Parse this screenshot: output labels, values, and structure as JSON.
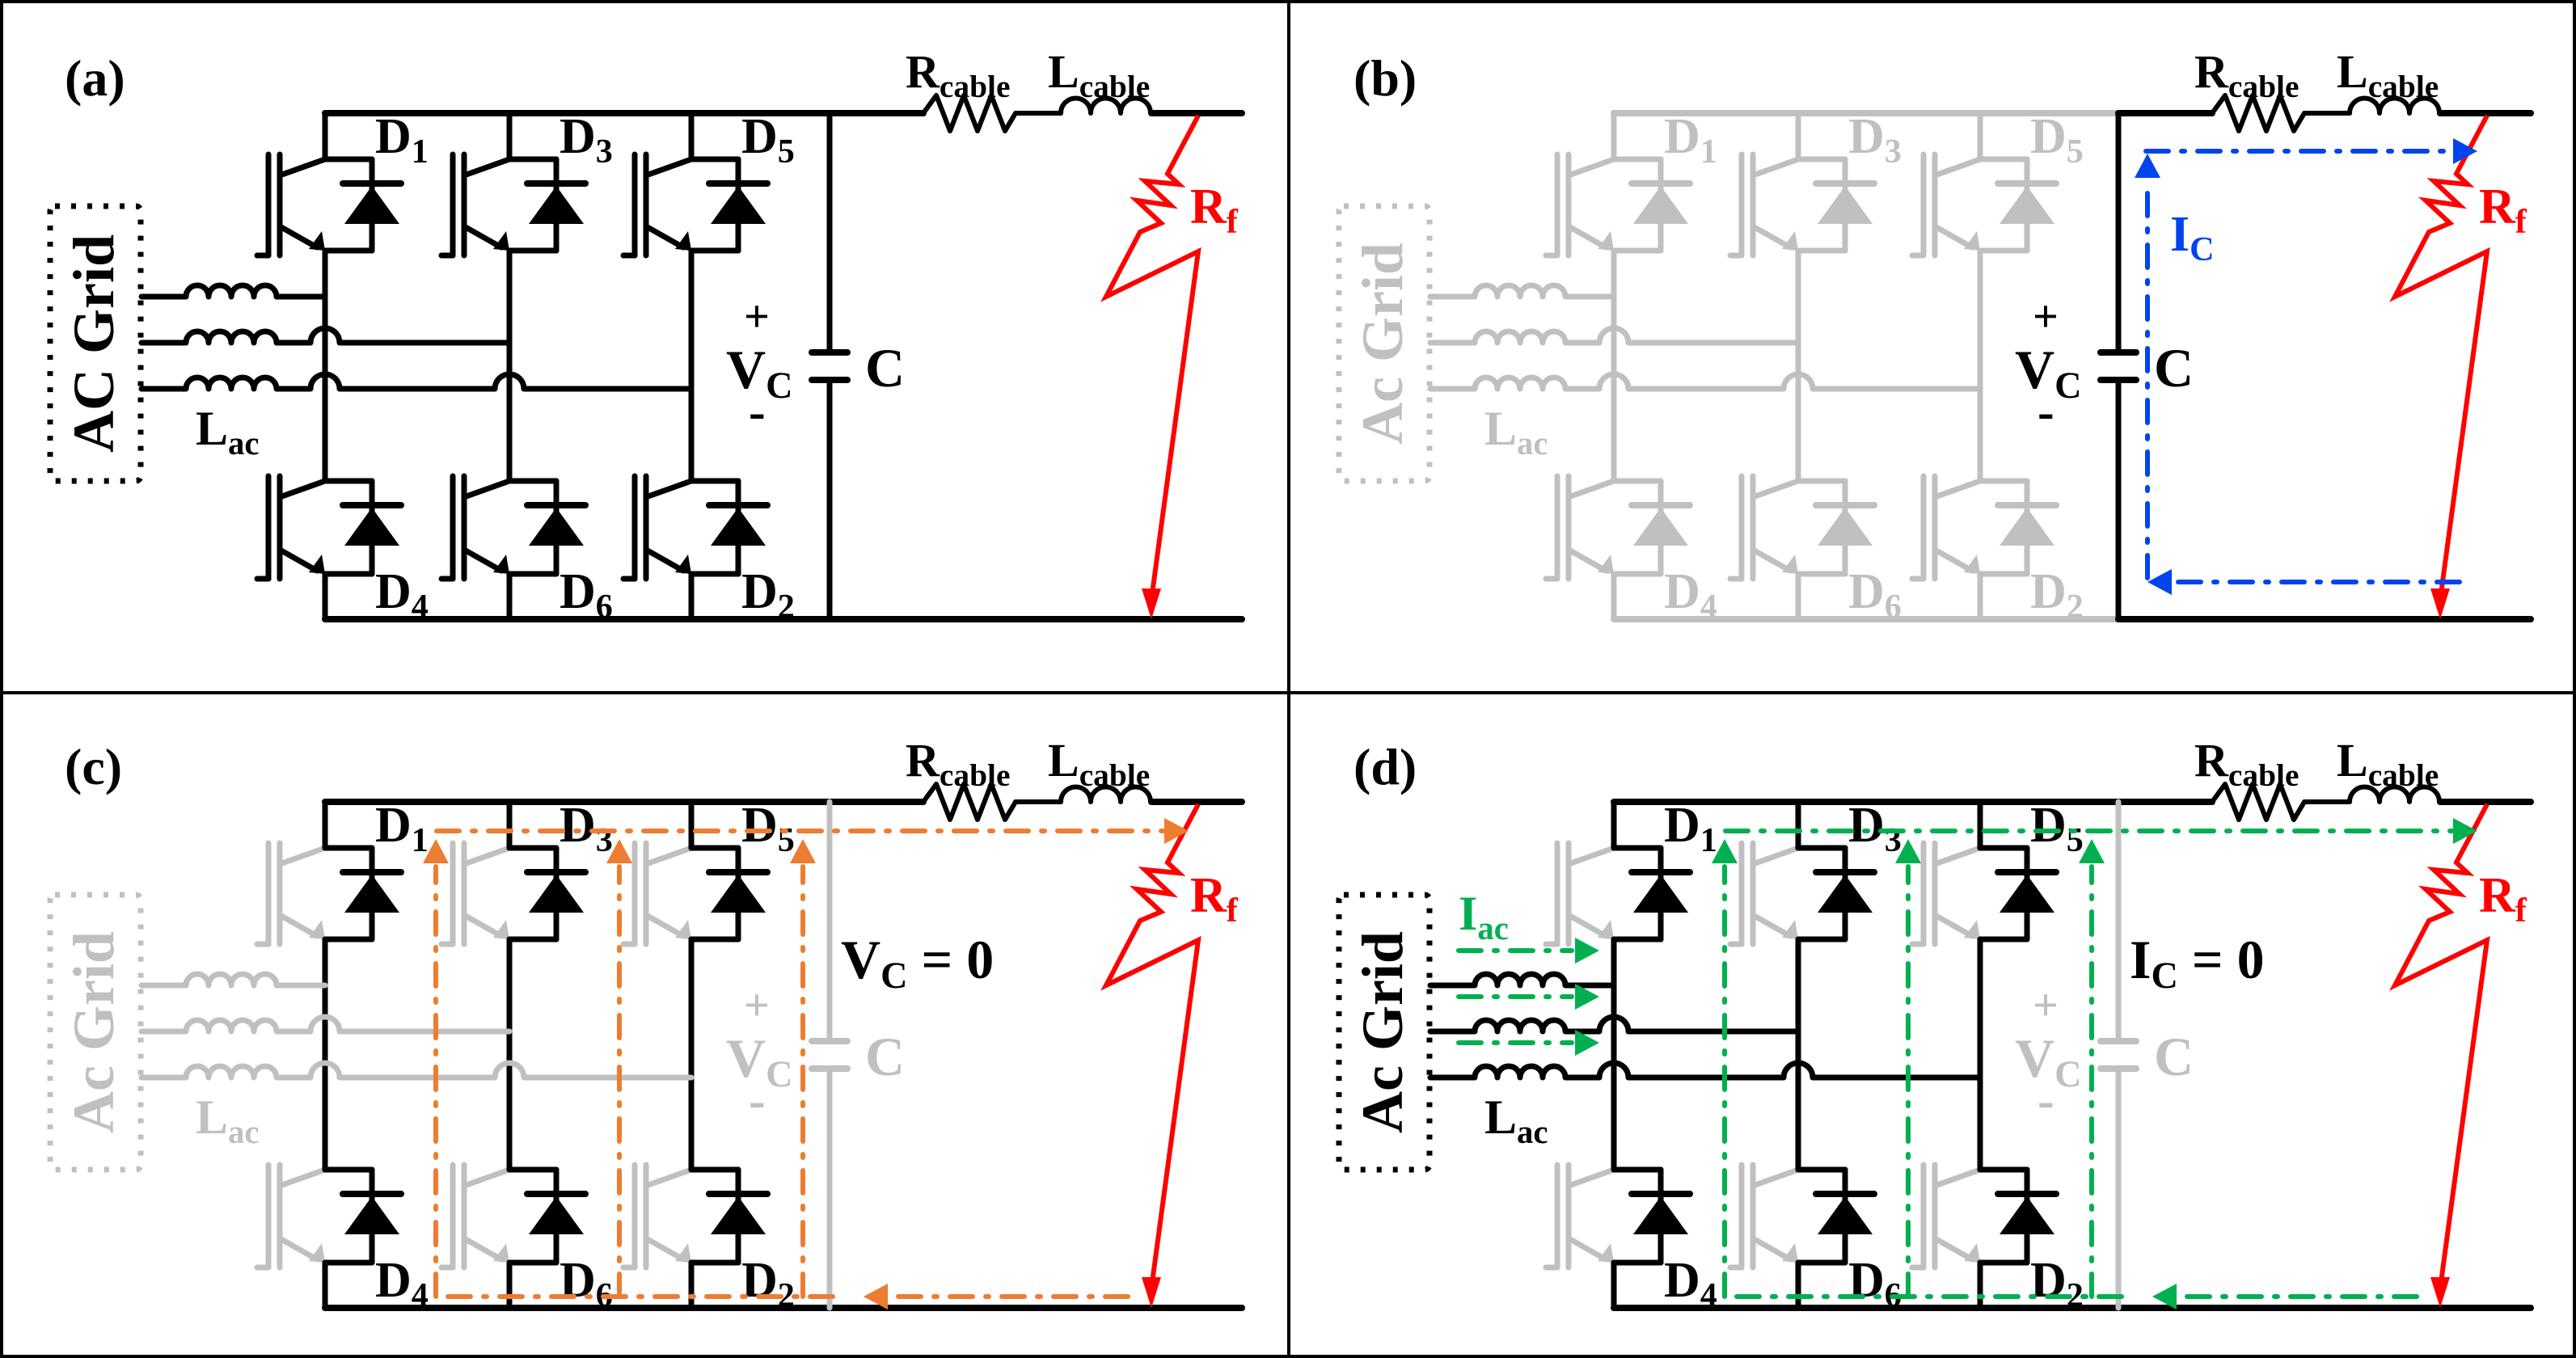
{
  "figure": {
    "description": "Three-phase converter DC fault stages",
    "colors": {
      "wire": "#000000",
      "inactive": "#C0C0C0",
      "fault": "#FF0000",
      "capacitor_current": "#0044EE",
      "diode_freewheel": "#ED7D31",
      "grid_current": "#00B050",
      "border": "#000000"
    },
    "labels": {
      "grid_upper": "AC Grid",
      "grid_mixed": "Ac Grid",
      "inductor_main": "L",
      "inductor_sub": "ac",
      "r_cable_main": "R",
      "r_cable_sub": "cable",
      "l_cable_main": "L",
      "l_cable_sub": "cable",
      "r_fault_main": "R",
      "r_fault_sub": "f",
      "vc_main": "V",
      "vc_sub": "C",
      "cap": "C",
      "plus": "+",
      "minus": "-",
      "diodes_top": [
        {
          "main": "D",
          "sub": "1"
        },
        {
          "main": "D",
          "sub": "3"
        },
        {
          "main": "D",
          "sub": "5"
        }
      ],
      "diodes_bottom": [
        {
          "main": "D",
          "sub": "4"
        },
        {
          "main": "D",
          "sub": "6"
        },
        {
          "main": "D",
          "sub": "2"
        }
      ]
    },
    "panels": [
      {
        "id": "a",
        "label": "(a)",
        "grid_text": "AC Grid",
        "state": {
          "grid": "active",
          "igbt": "active",
          "diode": "active",
          "bridge": "active",
          "cap": "active"
        },
        "flow": null,
        "annotation": null
      },
      {
        "id": "b",
        "label": "(b)",
        "grid_text": "Ac Grid",
        "state": {
          "grid": "inactive",
          "igbt": "inactive",
          "diode": "inactive",
          "bridge": "inactive",
          "cap": "active"
        },
        "flow": {
          "type": "capacitor",
          "color_key": "capacitor_current",
          "label_main": "I",
          "label_sub": "C"
        },
        "annotation": null
      },
      {
        "id": "c",
        "label": "(c)",
        "grid_text": "Ac Grid",
        "state": {
          "grid": "inactive",
          "igbt": "inactive",
          "diode": "active",
          "bridge": "active",
          "cap": "inactive"
        },
        "flow": {
          "type": "freewheel",
          "color_key": "diode_freewheel"
        },
        "annotation": {
          "main": "V",
          "sub": "C",
          "rest": " = 0"
        }
      },
      {
        "id": "d",
        "label": "(d)",
        "grid_text": "Ac Grid",
        "state": {
          "grid": "active",
          "igbt": "inactive",
          "diode": "active",
          "bridge": "active",
          "cap": "inactive"
        },
        "flow": {
          "type": "grid",
          "color_key": "grid_current",
          "label_main": "I",
          "label_sub": "ac"
        },
        "annotation": {
          "main": "I",
          "sub": "C",
          "rest": " = 0"
        }
      }
    ]
  }
}
